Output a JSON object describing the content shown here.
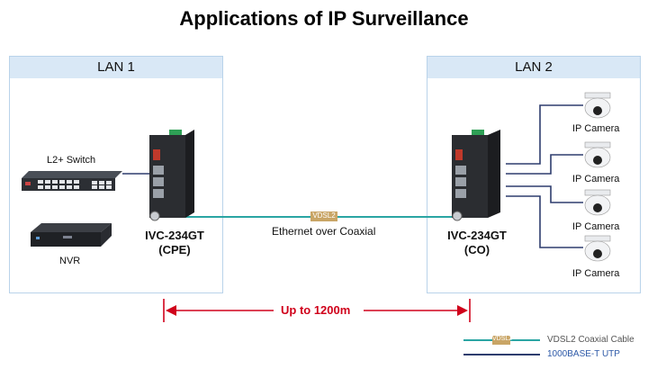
{
  "title": "Applications of IP Surveillance",
  "lan1": {
    "label": "LAN 1"
  },
  "lan2": {
    "label": "LAN 2"
  },
  "devices": {
    "switch": "L2+ Switch",
    "nvr": "NVR",
    "cpe_model": "IVC-234GT",
    "cpe_role": "(CPE)",
    "co_model": "IVC-234GT",
    "co_role": "(CO)",
    "camera_label": "IP Camera"
  },
  "link": {
    "tag": "VDSL2",
    "caption": "Ethernet over Coaxial",
    "distance": "Up to 1200m"
  },
  "legend": {
    "coax_tag": "VDSL2",
    "coax_label": "VDSL2 Coaxial Cable",
    "utp_label": "1000BASE-T UTP"
  },
  "colors": {
    "coax": "#2aa5a3",
    "utp": "#2e3d6e",
    "distance": "#d0021b",
    "lan_border": "#b9d3ea",
    "lan_header": "#d9e8f6",
    "tag_bg": "#c9a566"
  }
}
